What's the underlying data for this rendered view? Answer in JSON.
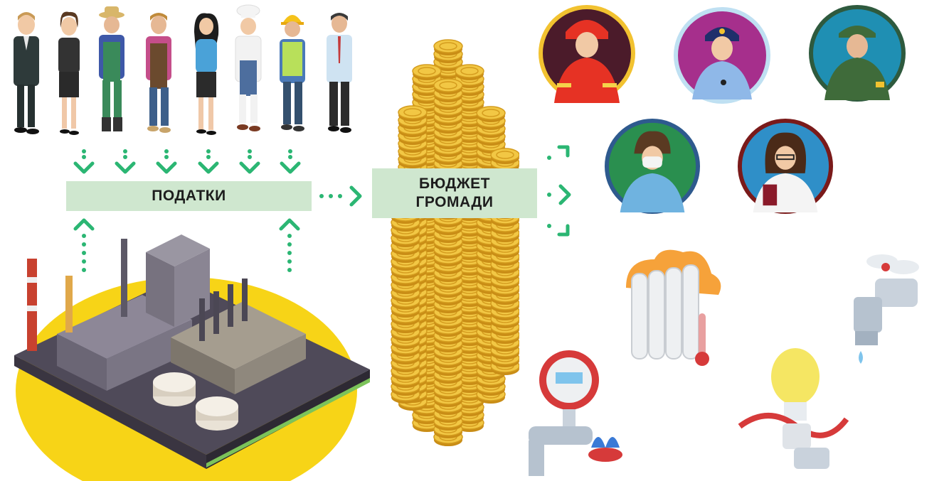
{
  "diagram": {
    "taxes_label": "ПОДАТКИ",
    "budget_label_line1": "БЮДЖЕТ",
    "budget_label_line2": "ГРОМАДИ"
  },
  "colors": {
    "arrow_green": "#2bb673",
    "box_fill": "#cfe7cf",
    "coin_gold": "#e9b52c",
    "factory_ground": "#f7d417"
  },
  "icons": {
    "taxpayers": [
      "businessman-icon",
      "businesswoman-icon",
      "farmer-icon",
      "craftsman-icon",
      "woman-icon",
      "chef-icon",
      "builder-icon",
      "office-worker-icon"
    ],
    "public_servants": [
      "firefighter-icon",
      "police-officer-icon",
      "soldier-icon",
      "nurse-icon",
      "teacher-icon"
    ],
    "utilities": [
      "radiator-icon",
      "water-tap-icon",
      "gas-meter-icon",
      "light-bulb-icon"
    ],
    "industry": [
      "factory-icon"
    ],
    "money": [
      "coin-stack-icon"
    ]
  }
}
